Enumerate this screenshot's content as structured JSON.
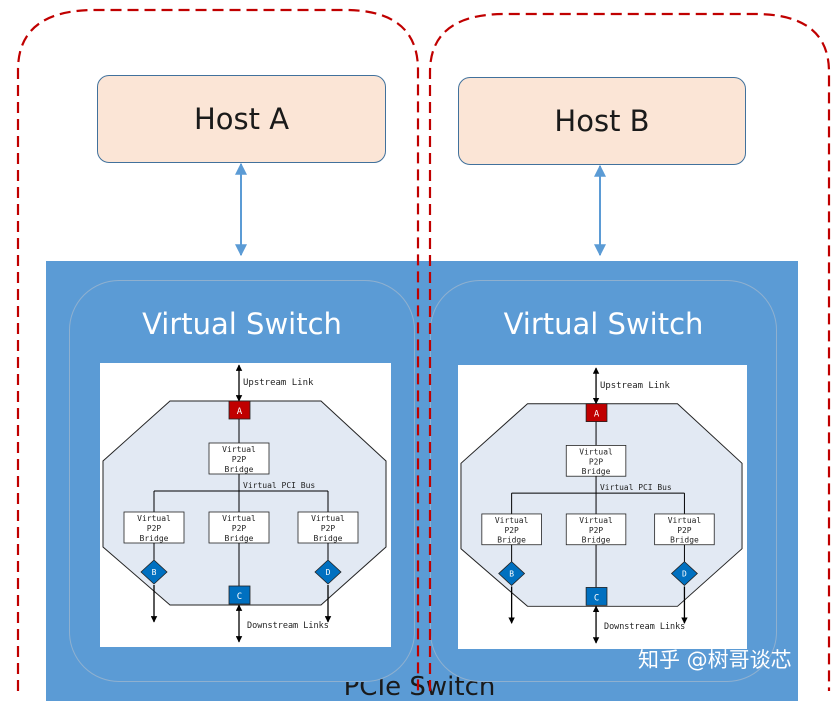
{
  "hosts": [
    {
      "label": "Host A"
    },
    {
      "label": "Host B"
    }
  ],
  "virtual_switches": [
    {
      "title": "Virtual Switch"
    },
    {
      "title": "Virtual Switch"
    }
  ],
  "switch_diagram": {
    "upstream_label": "Upstream Link",
    "port_a": "A",
    "bridge_lines": [
      "Virtual",
      "P2P",
      "Bridge"
    ],
    "bus_label": "Virtual PCI Bus",
    "port_b": "B",
    "port_c": "C",
    "port_d": "D",
    "downstream_label": "Downstream Links"
  },
  "pcie_switch_label": "PCIe Switch",
  "watermark": "知乎 @树哥谈芯",
  "colors": {
    "switch_fill": "#5b9bd5",
    "host_fill": "#fbe5d6",
    "host_border": "#41719c",
    "arrow": "#5b9bd5",
    "dashed_border": "#c00000",
    "port_upstream": "#c00000",
    "port_downstream": "#0070c0",
    "octagon_fill": "#e2e9f3"
  }
}
